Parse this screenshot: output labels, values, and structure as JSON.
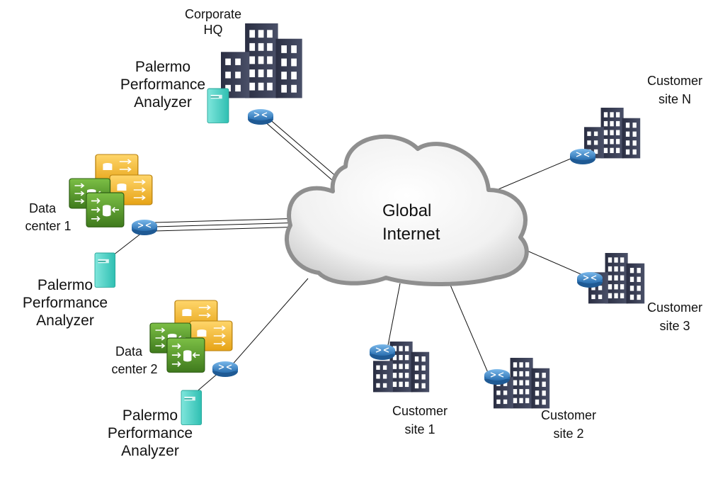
{
  "cloud": {
    "line1": "Global",
    "line2": "Internet"
  },
  "labels": {
    "hq": [
      "Corporate",
      "HQ"
    ],
    "analyzer_hq": [
      "Palermo",
      "Performance",
      "Analyzer"
    ],
    "dc1": [
      "Data",
      "center 1"
    ],
    "analyzer_dc1": [
      "Palermo",
      "Performance",
      "Analyzer"
    ],
    "dc2": [
      "Data",
      "center 2"
    ],
    "analyzer_dc2": [
      "Palermo",
      "Performance",
      "Analyzer"
    ],
    "site_n": [
      "Customer",
      "site N"
    ],
    "site_3": [
      "Customer",
      "site 3"
    ],
    "site_1": [
      "Customer",
      "site 1"
    ],
    "site_2": [
      "Customer",
      "site 2"
    ]
  },
  "colors": {
    "building_dark": "#2f3347",
    "building_window": "#ffffff",
    "router": "#3a86c8",
    "analyzer": "#4fd1c5",
    "server_green": "#5e9e2e",
    "server_yellow": "#f2b531",
    "cloud_edge": "#9a9a9a"
  },
  "icons": [
    "building-icon",
    "router-icon",
    "analyzer-server-icon",
    "datacenter-server-icon",
    "cloud-icon"
  ]
}
